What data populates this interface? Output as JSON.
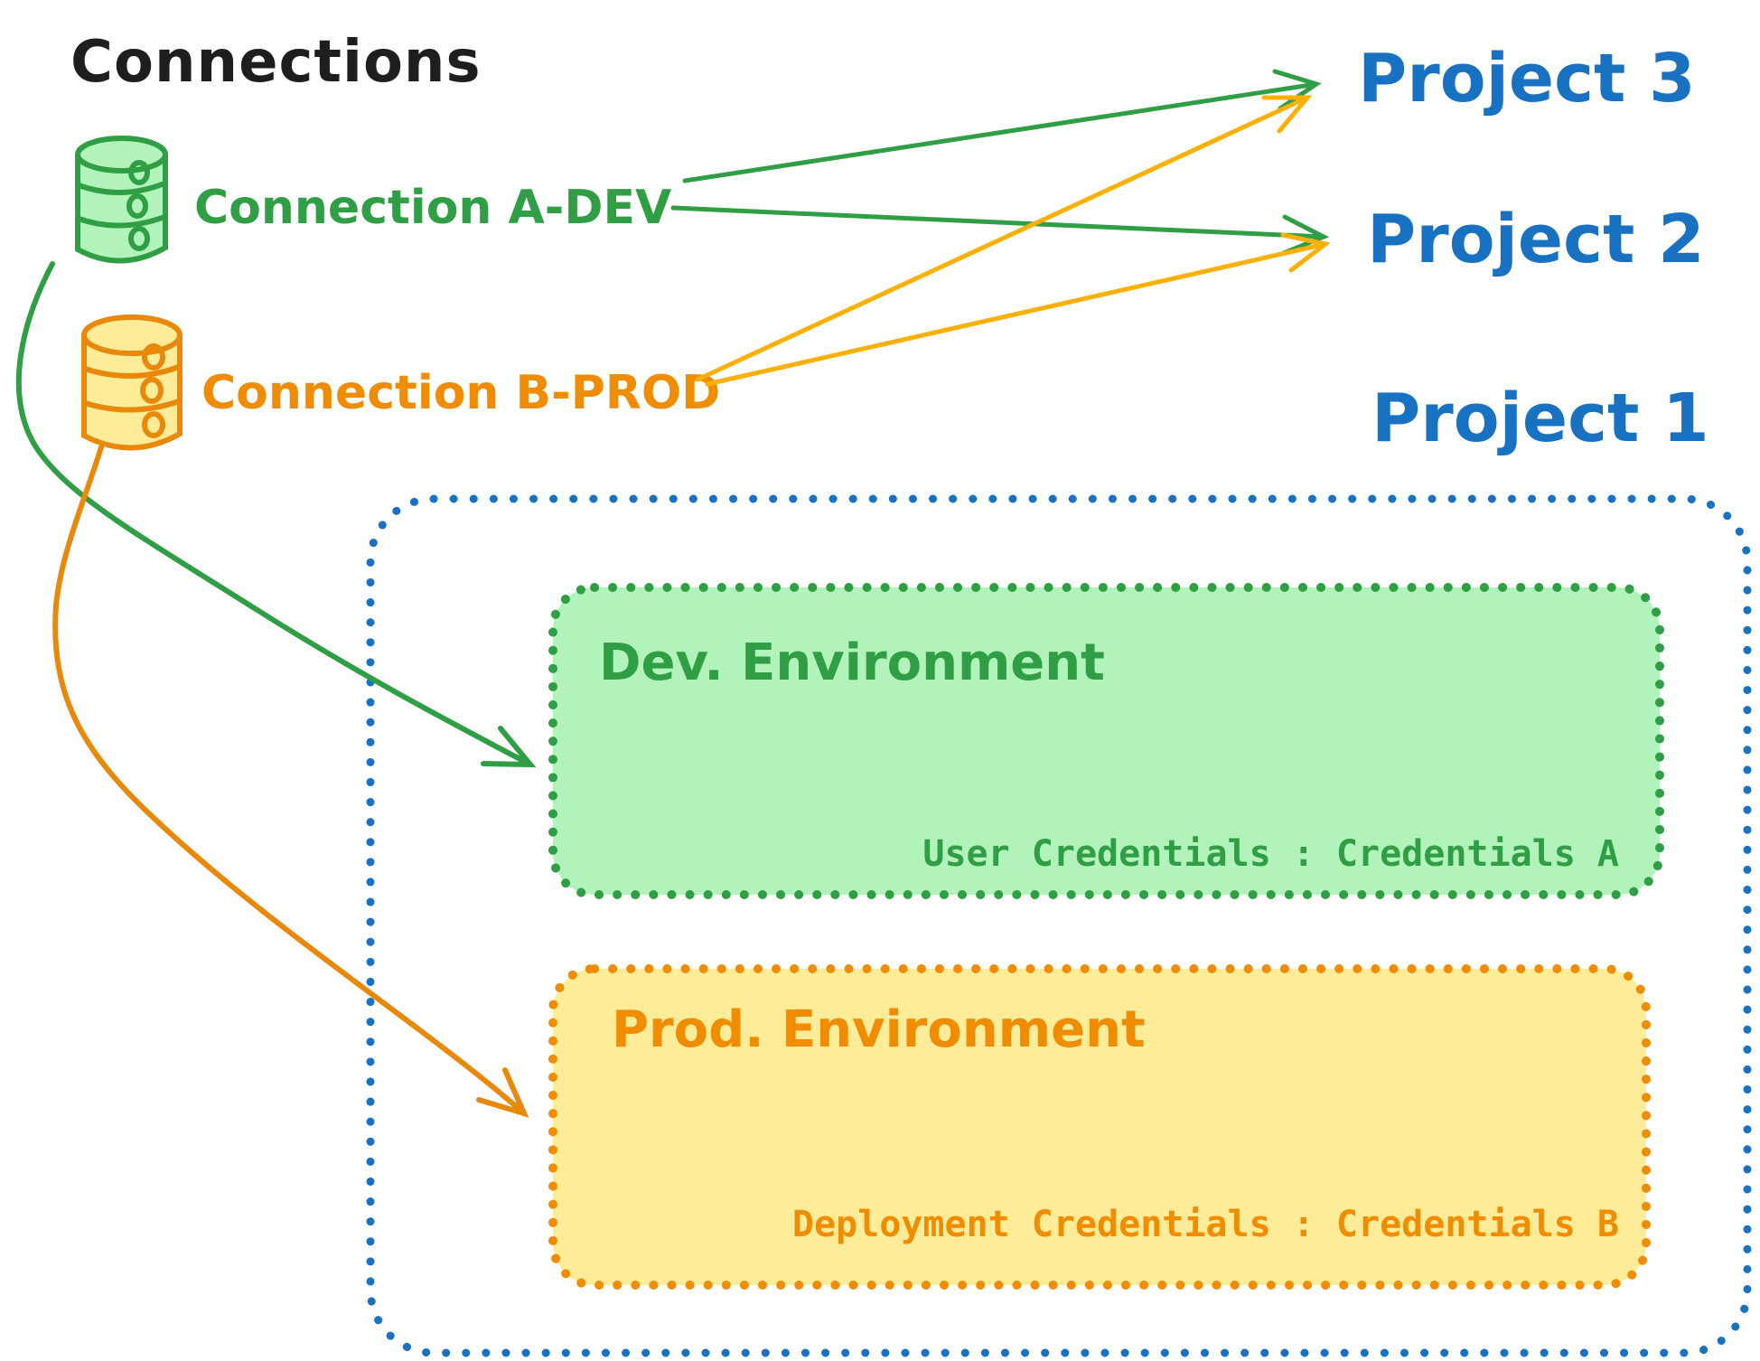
{
  "title": "Connections",
  "connections": [
    {
      "id": "a-dev",
      "label": "Connection A-DEV",
      "color": "#2f9e44"
    },
    {
      "id": "b-prod",
      "label": "Connection B-PROD",
      "color": "#f08c00"
    }
  ],
  "projects": [
    {
      "label": "Project 3"
    },
    {
      "label": "Project 2"
    },
    {
      "label": "Project 1"
    }
  ],
  "project1": {
    "dev_environment": {
      "title": "Dev. Environment",
      "credentials": "User Credentials : Credentials A"
    },
    "prod_environment": {
      "title": "Prod. Environment",
      "credentials": "Deployment Credentials : Credentials B"
    }
  },
  "colors": {
    "ink": "#1e1e1e",
    "green_stroke": "#2f9e44",
    "green_fill": "#b2f2bb",
    "orange_stroke": "#f08c00",
    "orange_dark": "#e8890c",
    "yellow_arrow": "#fab005",
    "yellow_fill": "#ffec99",
    "blue": "#1971c2"
  }
}
